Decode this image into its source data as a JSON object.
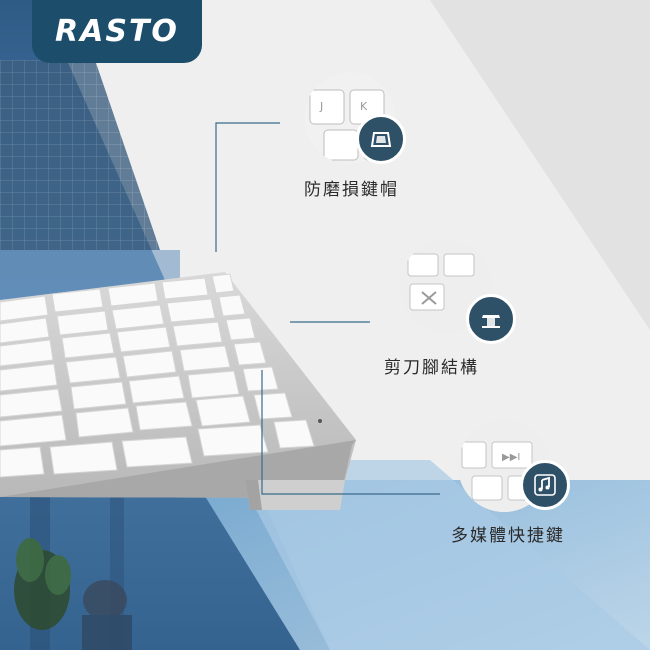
{
  "brand": {
    "logo_text": "RASTO"
  },
  "features": [
    {
      "label": "防磨損鍵帽",
      "icon": "keycap-icon"
    },
    {
      "label": "剪刀腳結構",
      "icon": "scissor-switch-icon"
    },
    {
      "label": "多媒體快捷鍵",
      "icon": "music-note-icon"
    }
  ],
  "colors": {
    "brand": "#1c4e6b",
    "icon_bg": "#2f5168",
    "panel": "#efefef",
    "water": "#9cc1dd"
  }
}
